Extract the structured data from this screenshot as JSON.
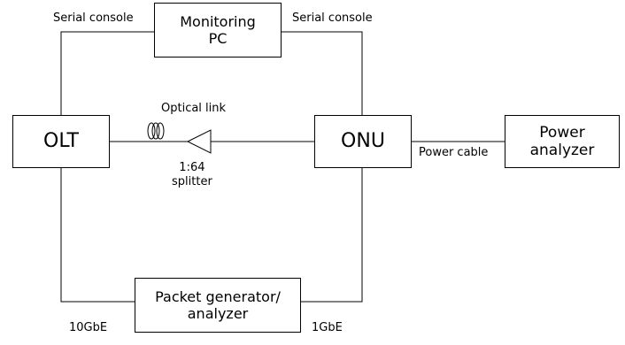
{
  "nodes": {
    "monitoring_pc": "Monitoring\nPC",
    "olt": "OLT",
    "onu": "ONU",
    "power_analyzer": "Power\nanalyzer",
    "packet_generator": "Packet generator/\nanalyzer"
  },
  "labels": {
    "serial_console_left": "Serial console",
    "serial_console_right": "Serial console",
    "optical_link": "Optical link",
    "splitter": "1:64\nsplitter",
    "power_cable": "Power cable",
    "tengbe": "10GbE",
    "onegbe": "1GbE"
  }
}
